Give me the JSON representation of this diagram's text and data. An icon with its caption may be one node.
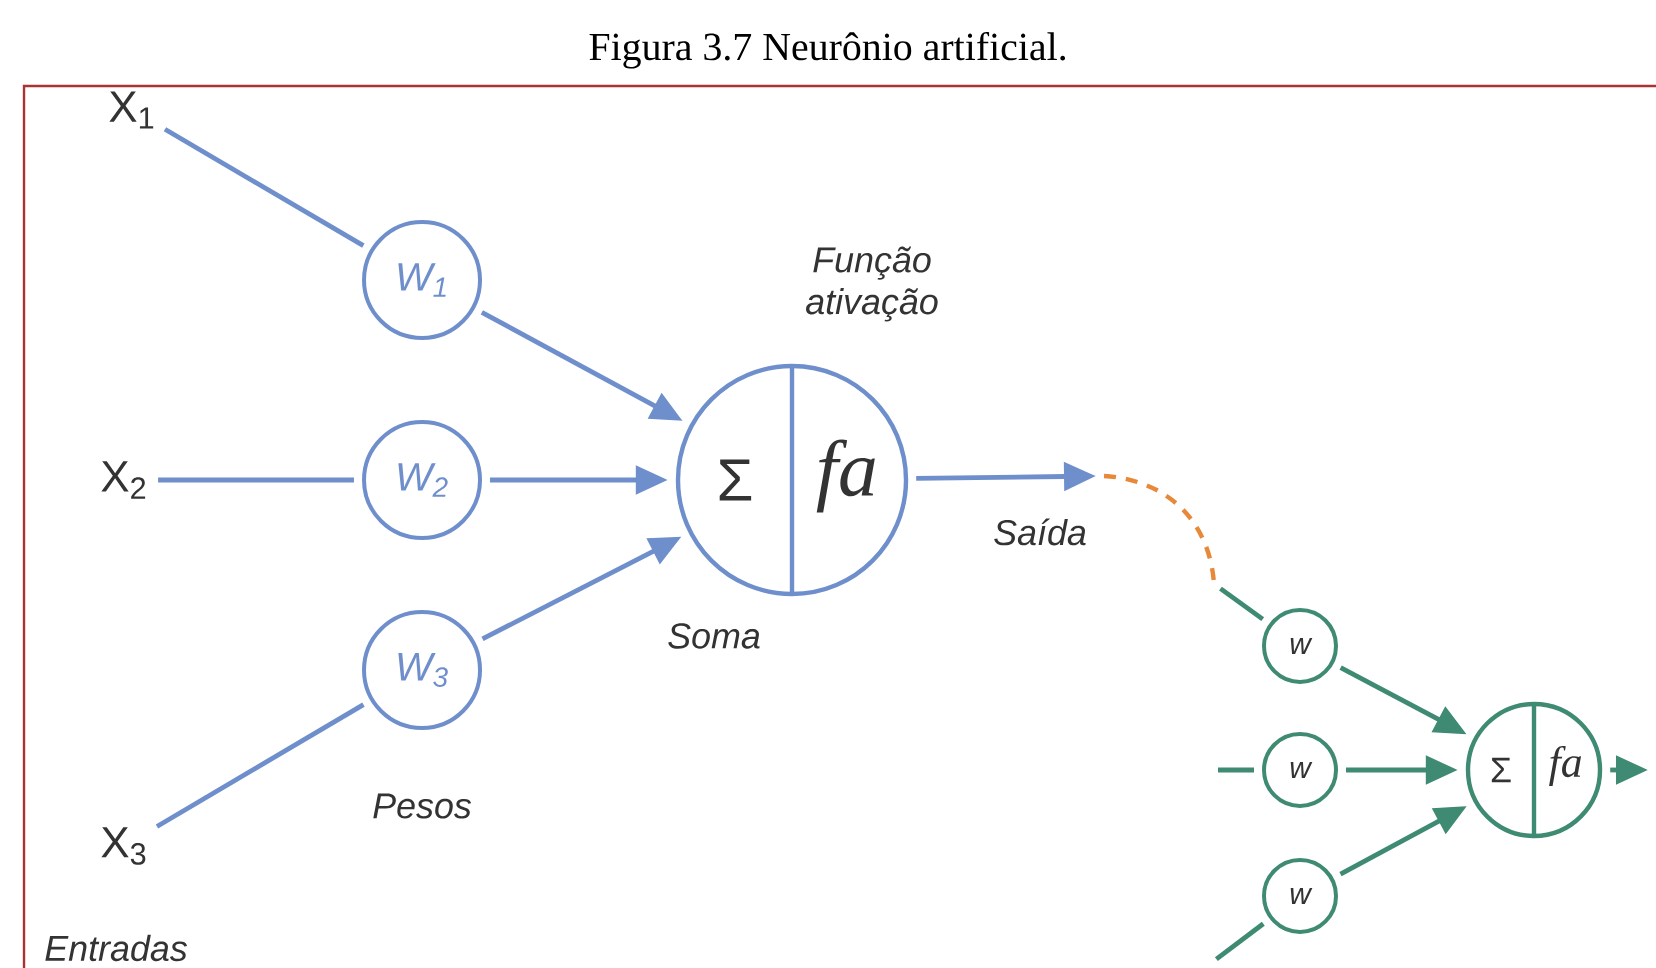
{
  "diagram": {
    "title": "Figura 3.7 Neurônio artificial.",
    "nodes": [
      {
        "text": [
          "X$_{1}$"
        ]
      },
      {
        "text": [
          "X$_{2}$"
        ]
      },
      {
        "text": [
          "X$_{3}$"
        ]
      },
      {
        "text": [
          "W$_{1}$"
        ]
      },
      {
        "text": [
          "W$_{2}$"
        ]
      },
      {
        "text": [
          "W$_{3}$"
        ]
      },
      {
        "text": [
          "Σ",
          "fa"
        ],
        "beside": [
          "Função ativação",
          "Soma"
        ]
      },
      {
        "text": [
          "w"
        ]
      },
      {
        "text": [
          "w"
        ]
      },
      {
        "text": [
          "w"
        ]
      },
      {
        "text": [
          "Σ",
          "fa"
        ]
      }
    ],
    "edges": [
      {
        "from": 0,
        "to": 3,
        "arrow": "none",
        "color": "#6f8fcc"
      },
      {
        "from": 3,
        "to": 6,
        "arrow": "to",
        "color": "#6f8fcc"
      },
      {
        "from": 1,
        "to": 4,
        "arrow": "none",
        "color": "#6f8fcc"
      },
      {
        "from": 4,
        "to": 6,
        "arrow": "to",
        "color": "#6f8fcc"
      },
      {
        "from": 2,
        "to": 5,
        "arrow": "none",
        "color": "#6f8fcc"
      },
      {
        "from": 5,
        "to": 6,
        "arrow": "to",
        "color": "#6f8fcc"
      },
      {
        "from": 6,
        "to": null,
        "arrow": "to",
        "label": "Saída",
        "color": "#6f8fcc"
      },
      {
        "from": null,
        "to": 7,
        "arrow": "none",
        "color": "#3f8a72"
      },
      {
        "from": null,
        "to": 8,
        "arrow": "none",
        "color": "#3f8a72"
      },
      {
        "from": null,
        "to": 9,
        "arrow": "none",
        "color": "#3f8a72"
      },
      {
        "from": 7,
        "to": 10,
        "arrow": "to",
        "color": "#3f8a72"
      },
      {
        "from": 8,
        "to": 10,
        "arrow": "to",
        "color": "#3f8a72"
      },
      {
        "from": 9,
        "to": 10,
        "arrow": "to",
        "color": "#3f8a72"
      },
      {
        "from": 10,
        "to": null,
        "arrow": "to",
        "color": "#3f8a72"
      }
    ],
    "labels": [
      "Pesos",
      "Entradas"
    ]
  }
}
